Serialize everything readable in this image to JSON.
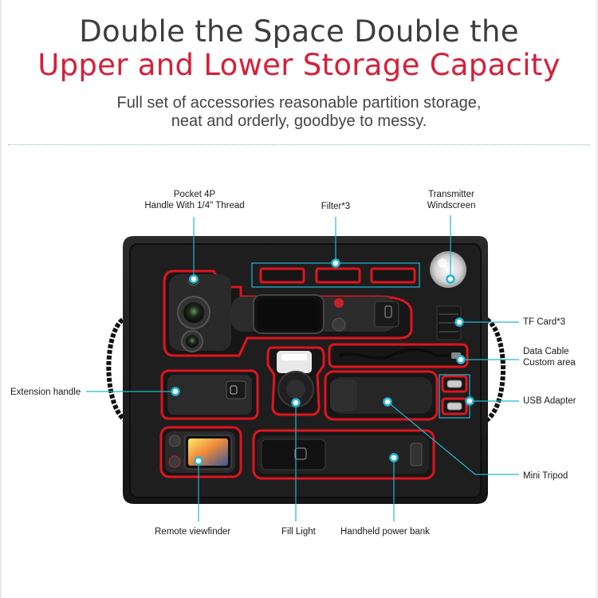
{
  "header": {
    "line1": "Double the Space Double the",
    "line2": "Upper and Lower Storage Capacity",
    "sub1": "Full set of accessories reasonable partition storage,",
    "sub2": "neat and orderly, goodbye to messy."
  },
  "labels": {
    "pocket_line1": "Pocket 4P",
    "pocket_line2": "Handle With 1/4\" Thread",
    "filter": "Filter*3",
    "transmitter_line1": "Transmitter",
    "transmitter_line2": "Windscreen",
    "tf_card": "TF Card*3",
    "data_cable_line1": "Data Cable",
    "data_cable_line2": "Custom area",
    "usb_adapter": "USB Adapter",
    "extension_handle": "Extension handle",
    "mini_tripod": "Mini Tripod",
    "remote_viewfinder": "Remote viewfinder",
    "fill_light": "Fill Light",
    "power_bank": "Handheld power bank"
  },
  "colors": {
    "headline_gray": "#3d3d3d",
    "headline_red": "#d5203a",
    "callout_cyan": "#22b6d4",
    "foam_red": "#e0141e",
    "case_black": "#1c1c1c"
  }
}
